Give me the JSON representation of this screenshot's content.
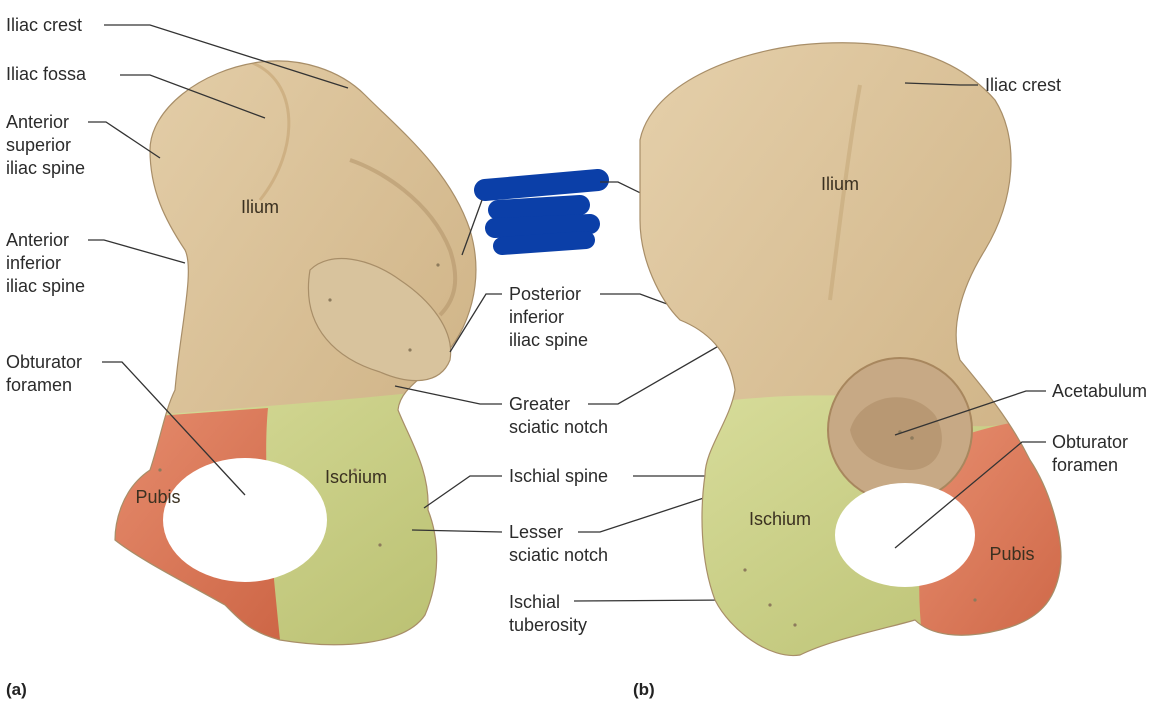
{
  "colors": {
    "ilium": "#dcc39a",
    "ilium_shade": "#c9ab7c",
    "ischium": "#cfd48c",
    "ischium_shade": "#b8bd6e",
    "pubis": "#e07c5c",
    "pubis_shade": "#c8603f",
    "redaction": "#0b3fa8"
  },
  "panels": {
    "a": "(a)",
    "b": "(b)"
  },
  "left_labels": {
    "iliac_crest": [
      "Iliac crest"
    ],
    "iliac_fossa": [
      "Iliac fossa"
    ],
    "asis": [
      "Anterior",
      "superior",
      "iliac spine"
    ],
    "aiis": [
      "Anterior",
      "inferior",
      "iliac spine"
    ],
    "obturator_foramen": [
      "Obturator",
      "foramen"
    ]
  },
  "center_labels": {
    "pis": [
      "Posterior",
      "inferior",
      "iliac spine"
    ],
    "greater_sciatic_notch": [
      "Greater",
      "sciatic notch"
    ],
    "ischial_spine": [
      "Ischial spine"
    ],
    "lesser_sciatic_notch": [
      "Lesser",
      "sciatic notch"
    ],
    "ischial_tuberosity": [
      "Ischial",
      "tuberosity"
    ]
  },
  "right_labels": {
    "iliac_crest": [
      "Iliac crest"
    ],
    "acetabulum": [
      "Acetabulum"
    ],
    "obturator_foramen": [
      "Obturator",
      "foramen"
    ]
  },
  "bone_labels_a": {
    "ilium": "Ilium",
    "ischium": "Ischium",
    "pubis": "Pubis"
  },
  "bone_labels_b": {
    "ilium": "Ilium",
    "ischium": "Ischium",
    "pubis": "Pubis"
  }
}
